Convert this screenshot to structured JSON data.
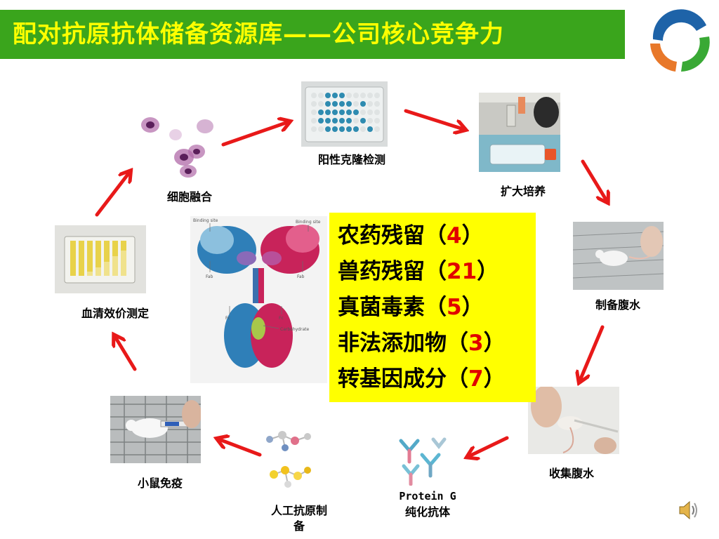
{
  "slide": {
    "title": "配对抗原抗体储备资源库——公司核心竞争力"
  },
  "cycle": {
    "steps": [
      {
        "label": "细胞融合"
      },
      {
        "label": "阳性克隆检测"
      },
      {
        "label": "扩大培养"
      },
      {
        "label": "制备腹水"
      },
      {
        "label": "收集腹水"
      },
      {
        "label": "Protein G",
        "label2": "纯化抗体"
      },
      {
        "label": "人工抗原制",
        "label2": "备"
      },
      {
        "label": "小鼠免疫"
      },
      {
        "label": "血清效价测定"
      }
    ]
  },
  "antibody": {
    "labels": {
      "binding_left": "Binding site",
      "binding_right": "Binding site",
      "fab_left": "Fab",
      "fab_right": "Fab",
      "fc_left": "Fc",
      "fc_right": "Fc",
      "carbohydrate": "Carbohydrate"
    }
  },
  "categories": [
    {
      "name": "农药残留",
      "open": "（",
      "count": "4",
      "close": "）"
    },
    {
      "name": "兽药残留",
      "open": "（",
      "count": "21",
      "close": "）"
    },
    {
      "name": "真菌毒素",
      "open": "（",
      "count": "5",
      "close": "）"
    },
    {
      "name": "非法添加物",
      "open": "（",
      "count": "3",
      "close": "）"
    },
    {
      "name": "转基因成分",
      "open": "（",
      "count": "7",
      "close": "）"
    }
  ],
  "colors": {
    "title_bg": "#3aa51c",
    "title_text": "#ffff00",
    "arrow": "#e81919",
    "box_bg": "#ffff00",
    "count_text": "#e00000"
  },
  "icons": {
    "logo": "company-logo",
    "speaker": "speaker-icon"
  }
}
